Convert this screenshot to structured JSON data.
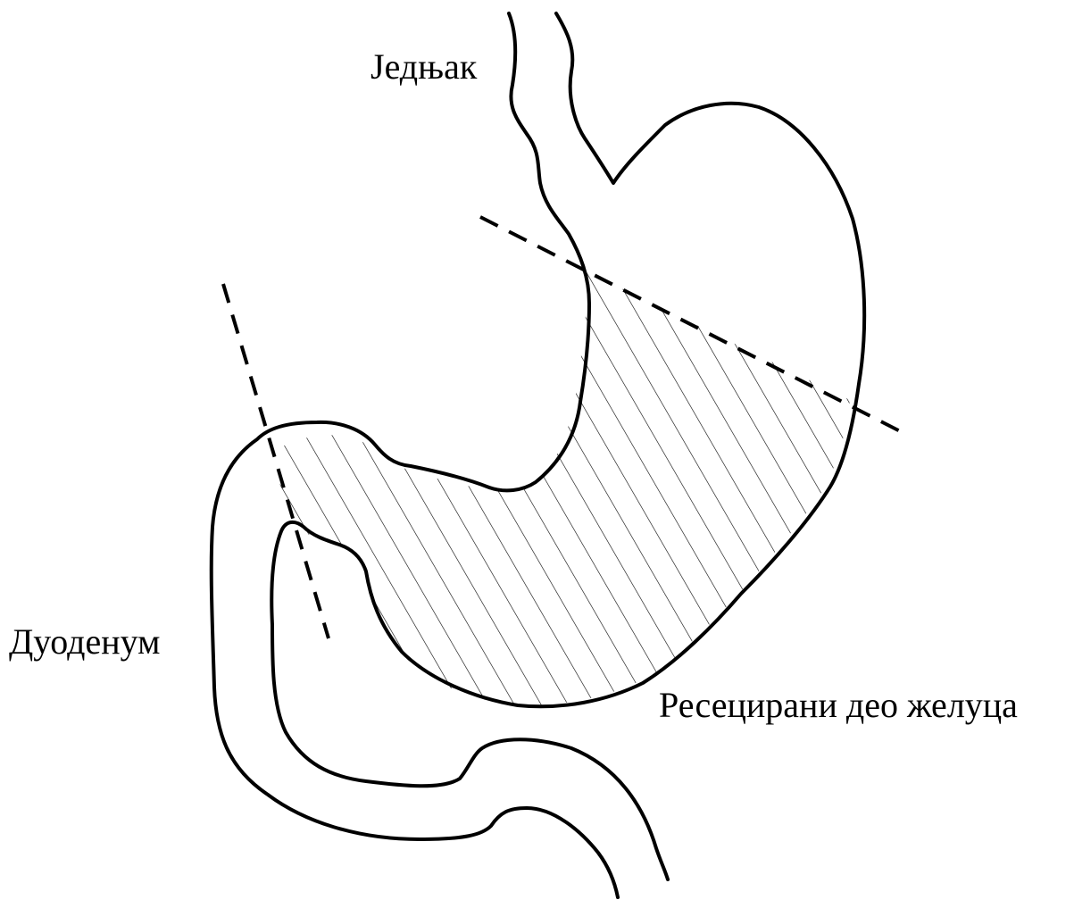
{
  "diagram": {
    "labels": {
      "esophagus": "Једњак",
      "duodenum": "Дуоденум",
      "resected_part": "Ресецирани део желуца"
    },
    "colors": {
      "line": "#000000",
      "background": "#ffffff"
    }
  }
}
